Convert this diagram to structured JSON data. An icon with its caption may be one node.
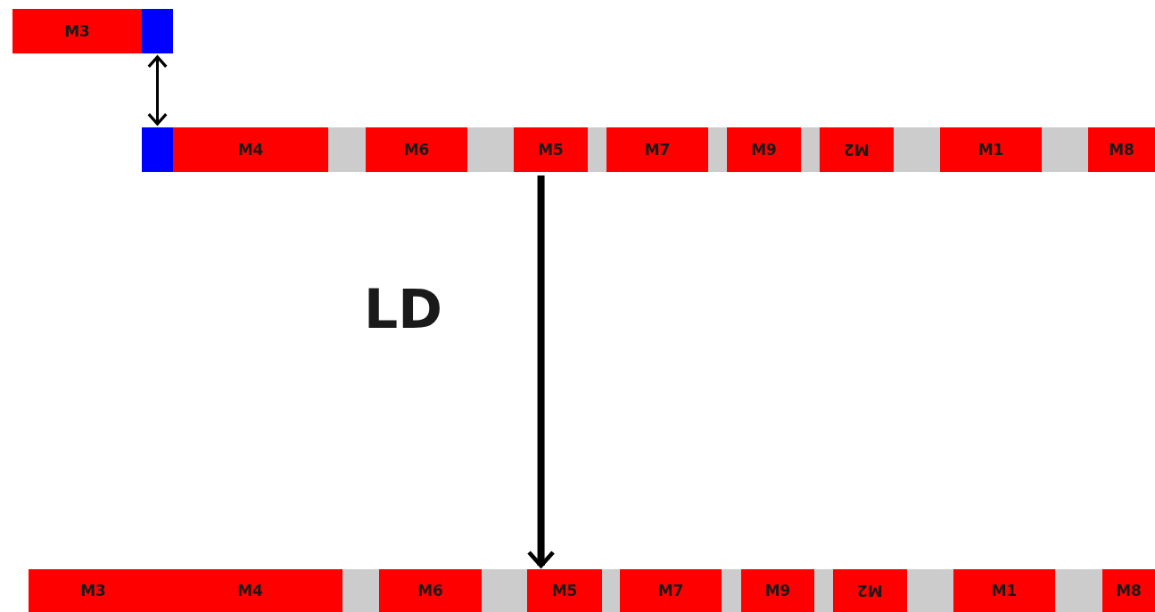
{
  "diagram": {
    "nodes": [
      {
        "text": [
          "M3"
        ]
      },
      {
        "text": [],
        "shape": "box"
      },
      {
        "text": [],
        "shape": "bar"
      },
      {
        "text": [],
        "shape": "box",
        "in": 2
      },
      {
        "text": [
          "M4"
        ],
        "in": 2
      },
      {
        "text": [
          "M6"
        ],
        "in": 2
      },
      {
        "text": [
          "M5"
        ],
        "in": 2
      },
      {
        "text": [
          "M7"
        ],
        "in": 2
      },
      {
        "text": [
          "M9"
        ],
        "in": 2
      },
      {
        "text": [
          "M2"
        ],
        "in": 2
      },
      {
        "text": [
          "M1"
        ],
        "in": 2
      },
      {
        "text": [
          "M8"
        ],
        "in": 2
      },
      {
        "text": [],
        "shape": "bar"
      },
      {
        "text": [
          "M3"
        ],
        "in": 12
      },
      {
        "text": [
          "M4"
        ],
        "in": 12
      },
      {
        "text": [
          "M6"
        ],
        "in": 12
      },
      {
        "text": [
          "M5"
        ],
        "in": 12
      },
      {
        "text": [
          "M7"
        ],
        "in": 12
      },
      {
        "text": [
          "M9"
        ],
        "in": 12
      },
      {
        "text": [
          "M2"
        ],
        "in": 12
      },
      {
        "text": [
          "M1"
        ],
        "in": 12
      },
      {
        "text": [
          "M8"
        ],
        "in": 12
      }
    ],
    "edges": [
      {
        "from": 1,
        "to": 3,
        "arrow": "both"
      },
      {
        "from": 2,
        "to": 12,
        "arrow": "to",
        "style": "thick"
      }
    ],
    "labels": [
      "LD"
    ]
  }
}
